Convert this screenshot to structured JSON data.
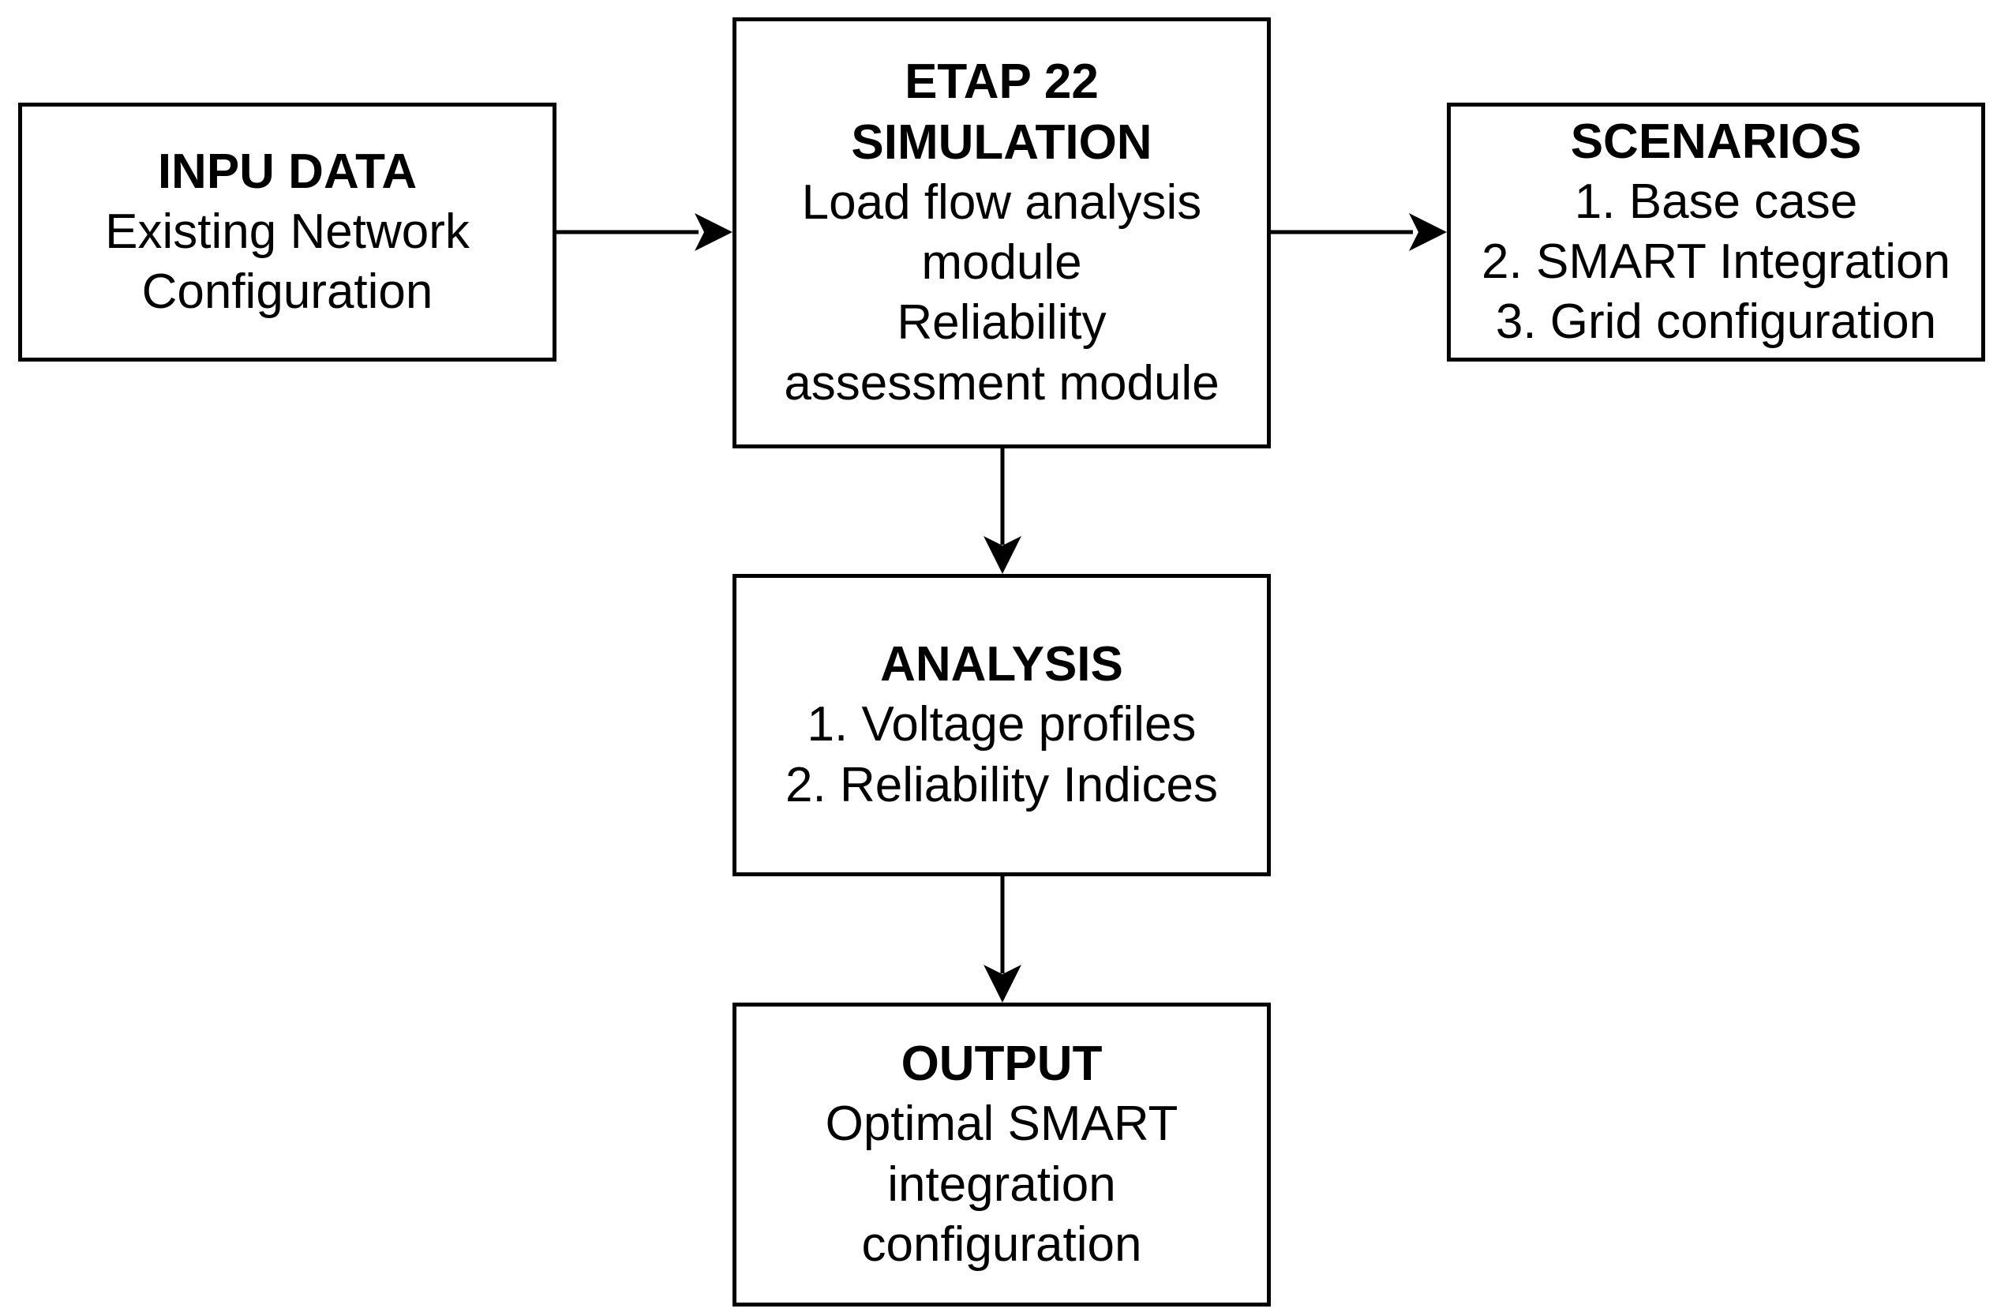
{
  "boxes": {
    "input": {
      "title": "INPU DATA",
      "lines": [
        "Existing Network",
        "Configuration"
      ]
    },
    "simulation": {
      "title": [
        "ETAP 22",
        "SIMULATION"
      ],
      "lines": [
        "Load flow analysis",
        "module",
        "Reliability",
        "assessment module"
      ]
    },
    "scenarios": {
      "title": "SCENARIOS",
      "lines": [
        "1. Base case",
        "2. SMART Integration",
        "3. Grid configuration"
      ]
    },
    "analysis": {
      "title": "ANALYSIS",
      "lines": [
        "1. Voltage profiles",
        "2. Reliability Indices"
      ]
    },
    "output": {
      "title": "OUTPUT",
      "lines": [
        "Optimal SMART",
        "integration",
        "configuration"
      ]
    }
  },
  "colors": {
    "stroke": "#000000",
    "background": "#ffffff"
  }
}
